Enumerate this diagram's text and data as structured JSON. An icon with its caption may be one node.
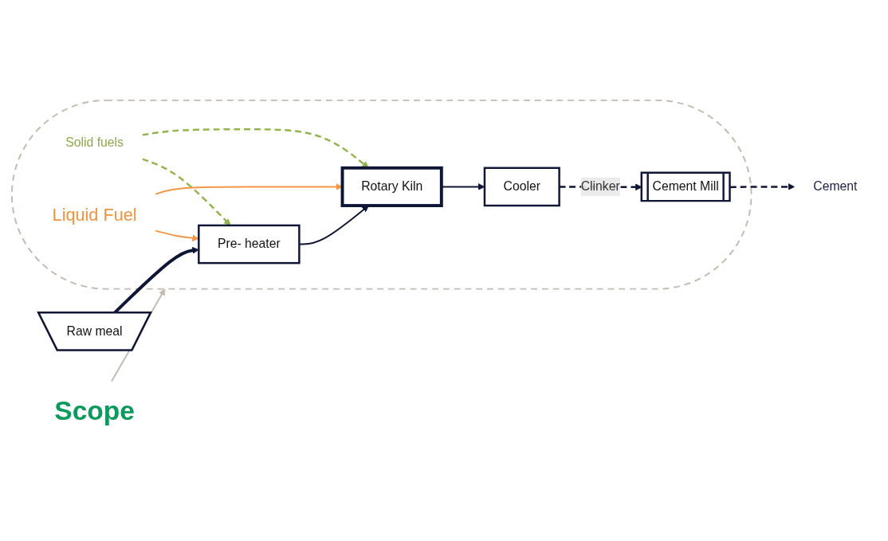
{
  "diagram": {
    "nodes": [
      {
        "text": [],
        "shape": "ellipse"
      },
      {
        "text": [
          "Raw meal"
        ]
      },
      {
        "text": [
          "Pre- heater"
        ],
        "in": 0
      },
      {
        "text": [
          "Rotary Kiln"
        ],
        "in": 0
      },
      {
        "text": [
          "Cooler"
        ],
        "in": 0
      },
      {
        "text": [
          "Cement Mill"
        ],
        "in": 0
      },
      {
        "text": [
          "Cement"
        ]
      },
      {
        "text": [
          "Solid fuels"
        ],
        "in": 0
      },
      {
        "text": [
          "Liquid Fuel"
        ],
        "in": 0
      },
      {
        "text": [
          "Scope"
        ]
      }
    ],
    "edges": [
      {
        "from": 1,
        "to": 2,
        "arrow": "to",
        "style": "thick"
      },
      {
        "from": 2,
        "to": 3,
        "arrow": "to"
      },
      {
        "from": 3,
        "to": 4,
        "arrow": "to"
      },
      {
        "from": 4,
        "to": 5,
        "arrow": "to",
        "label": "Clinker",
        "style": "dashed"
      },
      {
        "from": 5,
        "to": 6,
        "arrow": "to",
        "style": "dashed"
      },
      {
        "from": 7,
        "to": 2,
        "arrow": "to",
        "style": "dashed",
        "color": "#92b44c"
      },
      {
        "from": 7,
        "to": 3,
        "arrow": "to",
        "style": "dashed",
        "color": "#92b44c"
      },
      {
        "from": 8,
        "to": 2,
        "arrow": "to",
        "color": "#f79646"
      },
      {
        "from": 8,
        "to": 3,
        "arrow": "to",
        "color": "#f79646"
      },
      {
        "from": 9,
        "to": 0,
        "arrow": "to",
        "color": "#c4bbb1"
      }
    ]
  }
}
